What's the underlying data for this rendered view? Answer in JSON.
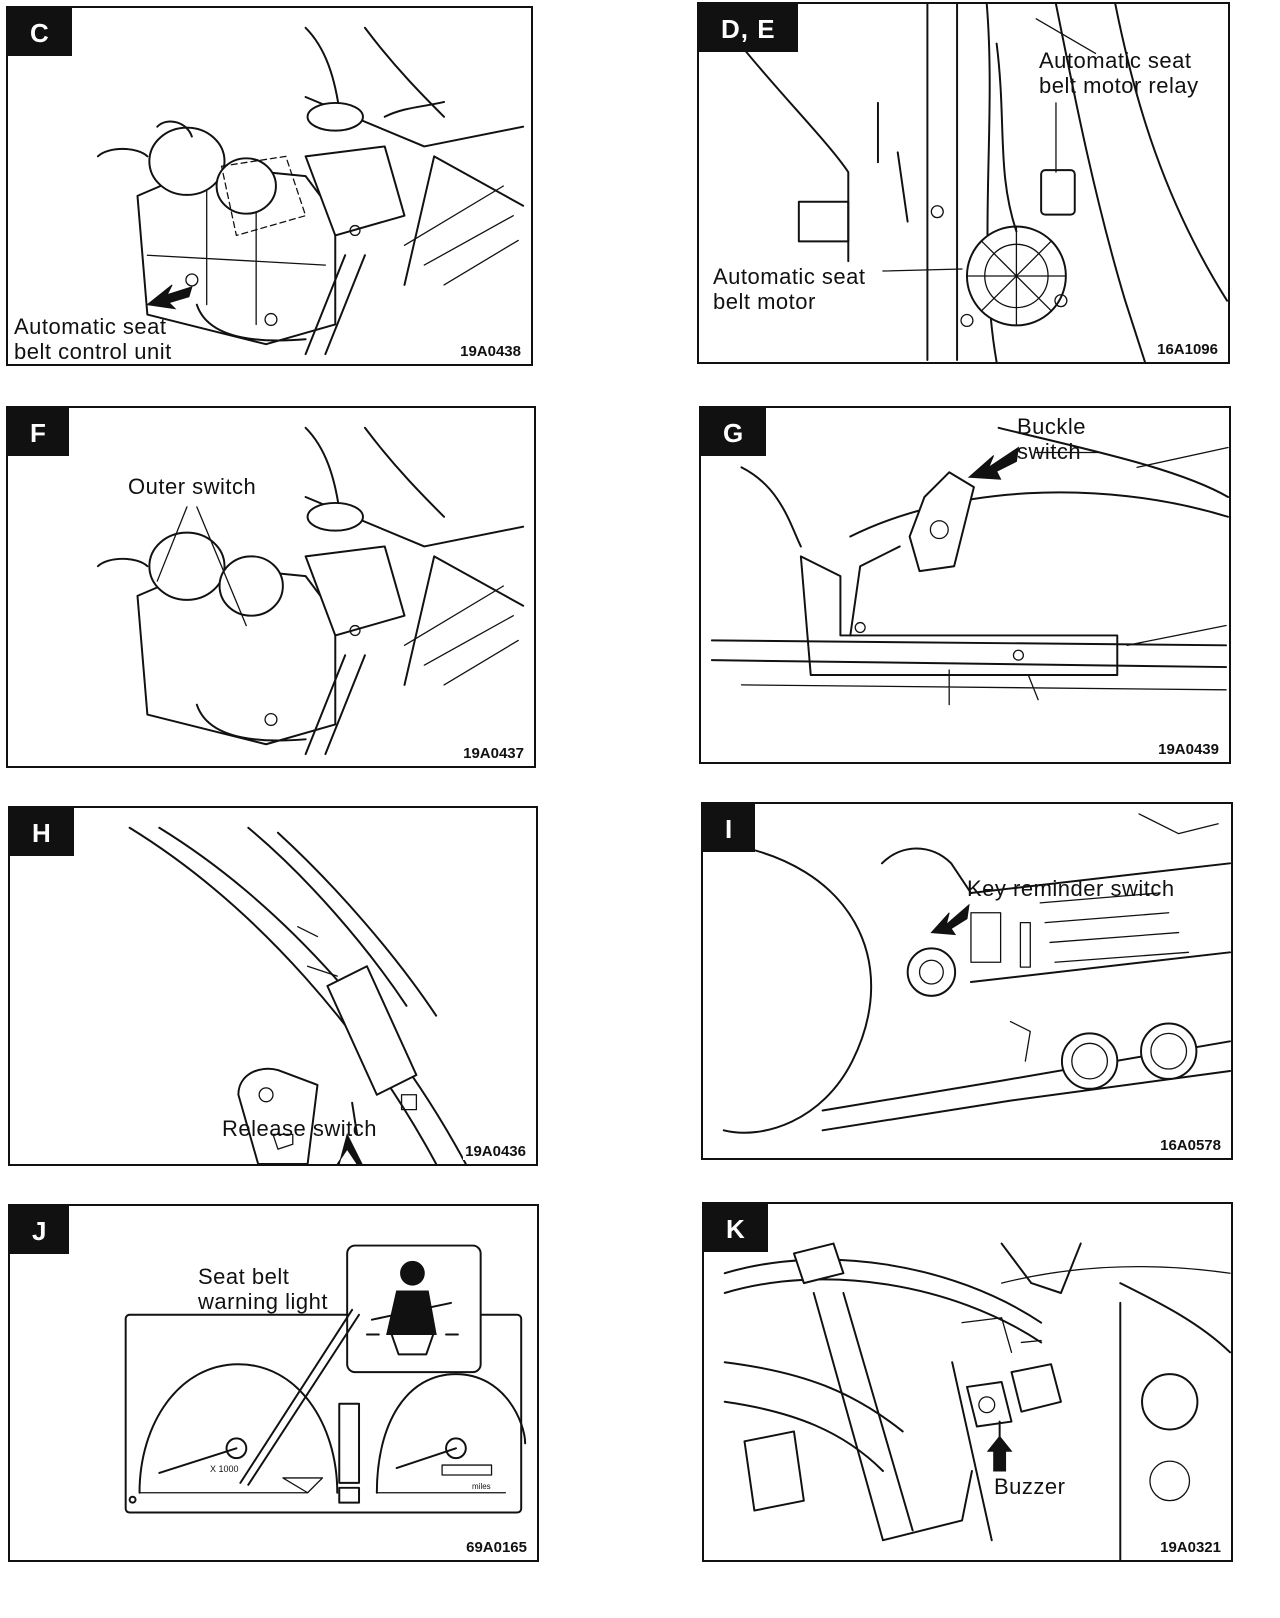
{
  "panels": [
    {
      "letter": "C",
      "code": "19A0438",
      "labels": [
        {
          "lines": [
            "Automatic seat",
            "belt control unit"
          ]
        }
      ]
    },
    {
      "letter": "D, E",
      "code": "16A1096",
      "labels": [
        {
          "lines": [
            "Automatic seat",
            "belt motor relay"
          ]
        },
        {
          "lines": [
            "Automatic seat",
            "belt motor"
          ]
        }
      ]
    },
    {
      "letter": "F",
      "code": "19A0437",
      "labels": [
        {
          "lines": [
            "Outer switch"
          ]
        }
      ]
    },
    {
      "letter": "G",
      "code": "19A0439",
      "labels": [
        {
          "lines": [
            "Buckle",
            "switch"
          ]
        }
      ]
    },
    {
      "letter": "H",
      "code": "19A0436",
      "labels": [
        {
          "lines": [
            "Release switch"
          ]
        }
      ]
    },
    {
      "letter": "I",
      "code": "16A0578",
      "labels": [
        {
          "lines": [
            "Key reminder switch"
          ]
        }
      ]
    },
    {
      "letter": "J",
      "code": "69A0165",
      "labels": [
        {
          "lines": [
            "Seat belt",
            "warning light"
          ]
        }
      ]
    },
    {
      "letter": "K",
      "code": "19A0321",
      "labels": [
        {
          "lines": [
            "Buzzer"
          ]
        }
      ]
    }
  ],
  "cluster": {
    "tach_unit": "X 1000",
    "odo_unit": "miles"
  }
}
